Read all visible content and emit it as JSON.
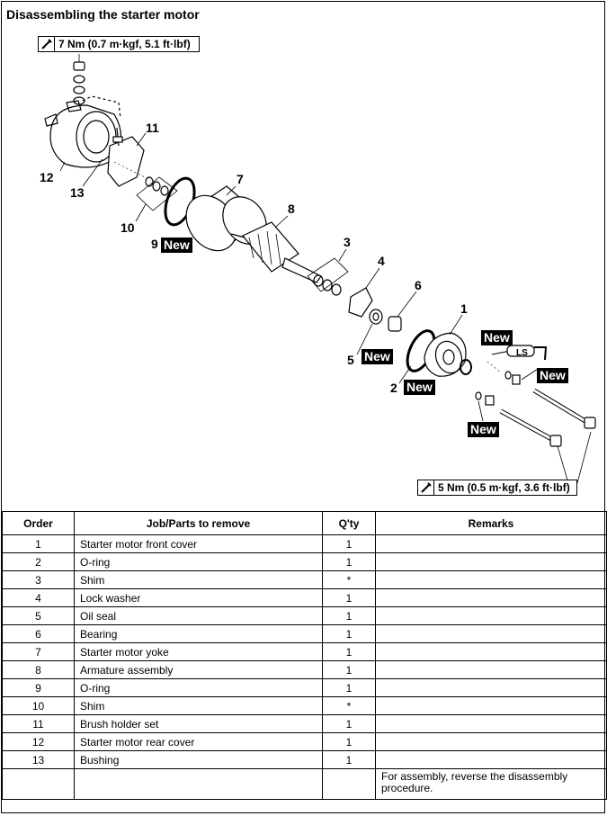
{
  "title": "Disassembling the starter motor",
  "torque_top": "7 Nm (0.7 m·kgf, 5.1 ft·lbf)",
  "torque_bottom": "5 Nm (0.5 m·kgf, 3.6 ft·lbf)",
  "new_label": "New",
  "ls_label": "LS",
  "callouts": [
    "1",
    "2",
    "3",
    "4",
    "5",
    "6",
    "7",
    "8",
    "9",
    "10",
    "11",
    "12",
    "13"
  ],
  "table": {
    "headers": {
      "order": "Order",
      "job": "Job/Parts to remove",
      "qty": "Q'ty",
      "remarks": "Remarks"
    },
    "rows": [
      {
        "order": "1",
        "job": "Starter motor front cover",
        "qty": "1",
        "remarks": ""
      },
      {
        "order": "2",
        "job": "O-ring",
        "qty": "1",
        "remarks": ""
      },
      {
        "order": "3",
        "job": "Shim",
        "qty": "*",
        "remarks": ""
      },
      {
        "order": "4",
        "job": "Lock washer",
        "qty": "1",
        "remarks": ""
      },
      {
        "order": "5",
        "job": "Oil seal",
        "qty": "1",
        "remarks": ""
      },
      {
        "order": "6",
        "job": "Bearing",
        "qty": "1",
        "remarks": ""
      },
      {
        "order": "7",
        "job": "Starter motor yoke",
        "qty": "1",
        "remarks": ""
      },
      {
        "order": "8",
        "job": "Armature assembly",
        "qty": "1",
        "remarks": ""
      },
      {
        "order": "9",
        "job": "O-ring",
        "qty": "1",
        "remarks": ""
      },
      {
        "order": "10",
        "job": "Shim",
        "qty": "*",
        "remarks": ""
      },
      {
        "order": "11",
        "job": "Brush holder set",
        "qty": "1",
        "remarks": ""
      },
      {
        "order": "12",
        "job": "Starter motor rear cover",
        "qty": "1",
        "remarks": ""
      },
      {
        "order": "13",
        "job": "Bushing",
        "qty": "1",
        "remarks": ""
      }
    ],
    "final_remark": "For assembly, reverse the disassembly procedure."
  }
}
